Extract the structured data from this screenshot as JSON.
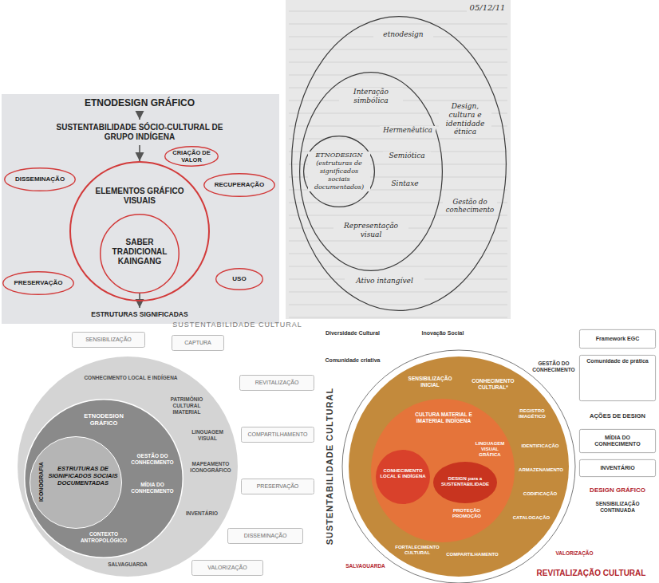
{
  "diagram": {
    "nodes": [
      {
        "text": [
          "ETNODESIGN GRÁFICO"
        ]
      },
      {
        "text": [
          "SUSTENTABILIDADE SÓCIO-CULTURAL DE GRUPO INDÍGENA"
        ]
      },
      {
        "text": [
          "CRIAÇÃO DE VALOR"
        ]
      },
      {
        "text": [
          "DISSEMINAÇÃO"
        ]
      },
      {
        "text": [
          "RECUPERAÇÃO"
        ]
      },
      {
        "text": [
          "ELEMENTOS GRÁFICO VISUAIS"
        ]
      },
      {
        "text": [
          "SABER TRADICIONAL KAINGANG"
        ],
        "in": 5
      },
      {
        "text": [
          "PRESERVAÇÃO"
        ]
      },
      {
        "text": [
          "USO"
        ]
      },
      {
        "text": [
          "ESTRUTURAS SIGNIFICADAS"
        ]
      },
      {
        "text": [
          "etnodesign",
          "Design, cultura e identidade étnica",
          "Gestão do conhecimento",
          "Ativo intangível"
        ]
      },
      {
        "text": [
          "Interação simbólica",
          "Hermenêutica",
          "Semiótica",
          "Sintaxe",
          "Representação visual"
        ],
        "in": 10
      },
      {
        "text": [
          "ETNODESIGN (estruturas de significados sociais documentados)"
        ],
        "in": 11
      },
      {
        "text": [
          "CONHECIMENTO LOCAL E INDÍGENA",
          "PATRIMÔNIO CULTURAL IMATERIAL",
          "LINGUAGEM VISUAL",
          "MAPEAMENTO ICONOGRÁFICO",
          "INVENTÁRIO",
          "SALVAGUARDA"
        ]
      },
      {
        "text": [
          "ETNODESIGN GRÁFICO",
          "GESTÃO DO CONHECIMENTO",
          "MÍDIA DO CONHECIMENTO",
          "CONTEXTO ANTROPOLÓGICO"
        ],
        "in": 13
      },
      {
        "text": [
          "ICONOGRAFIA",
          "ESTRUTURAS DE SIGNIFICADOS SOCIAIS DOCUMENTADAS"
        ],
        "in": 14
      },
      {
        "text": [
          "SENSIBILIZAÇÃO"
        ]
      },
      {
        "text": [
          "CAPTURA"
        ]
      },
      {
        "text": [
          "REVITALIZAÇÃO"
        ]
      },
      {
        "text": [
          "COMPARTILHAMENTO"
        ]
      },
      {
        "text": [
          "PRESERVAÇÃO"
        ]
      },
      {
        "text": [
          "DISSEMINAÇÃO"
        ]
      },
      {
        "text": [
          "VALORIZAÇÃO"
        ]
      },
      {
        "text": [
          "SENSIBILIZAÇÃO INICIAL",
          "CONHECIMENTO CULTURAL*",
          "REGISTRO IMAGÉTICO",
          "IDENTIFICAÇÃO",
          "ARMAZENAMENTO",
          "CODIFICAÇÃO",
          "CATALOGAÇÃO",
          "COMPARTILHAMENTO",
          "FORTALECIMENTO CULTURAL"
        ]
      },
      {
        "text": [
          "CULTURA MATERIAL E IMATERIAL INDÍGENA",
          "LINGUAGEM VISUAL GRÁFICA",
          "PROTEÇÃO PROMOÇÃO"
        ],
        "in": 23
      },
      {
        "text": [
          "CONHECIMENTO LOCAL E INDÍGENA"
        ],
        "in": 24
      },
      {
        "text": [
          "DESIGN para a SUSTENTABILIDADE"
        ],
        "in": 24
      },
      {
        "text": [
          "Framework EGC"
        ]
      },
      {
        "text": [
          "Comunidade de prática"
        ]
      },
      {
        "text": [
          "AÇÕES DE DESIGN"
        ]
      },
      {
        "text": [
          "MÍDIA DO CONHECIMENTO"
        ]
      },
      {
        "text": [
          "INVENTÁRIO"
        ]
      }
    ],
    "edges": [
      {
        "from": 0,
        "to": 1,
        "arrow": "to"
      },
      {
        "from": 1,
        "to": 5,
        "arrow": "to"
      },
      {
        "from": 6,
        "to": 9,
        "arrow": "to"
      }
    ],
    "labels": [
      "05/12/11",
      "SUSTENTABILIDADE CULTURAL",
      "SUSTENTABILIDADE CULTURAL",
      "REVITALIZAÇÃO CULTURAL",
      "GESTÃO DO CONHECIMENTO",
      "DESIGN GRÁFICO",
      "SENSIBILIZAÇÃO CONTINUADA",
      "VALORIZAÇÃO",
      "SALVAGUARDA",
      "Diversidade Cultural",
      "Inovação Social",
      "Comunidade criativa"
    ]
  }
}
